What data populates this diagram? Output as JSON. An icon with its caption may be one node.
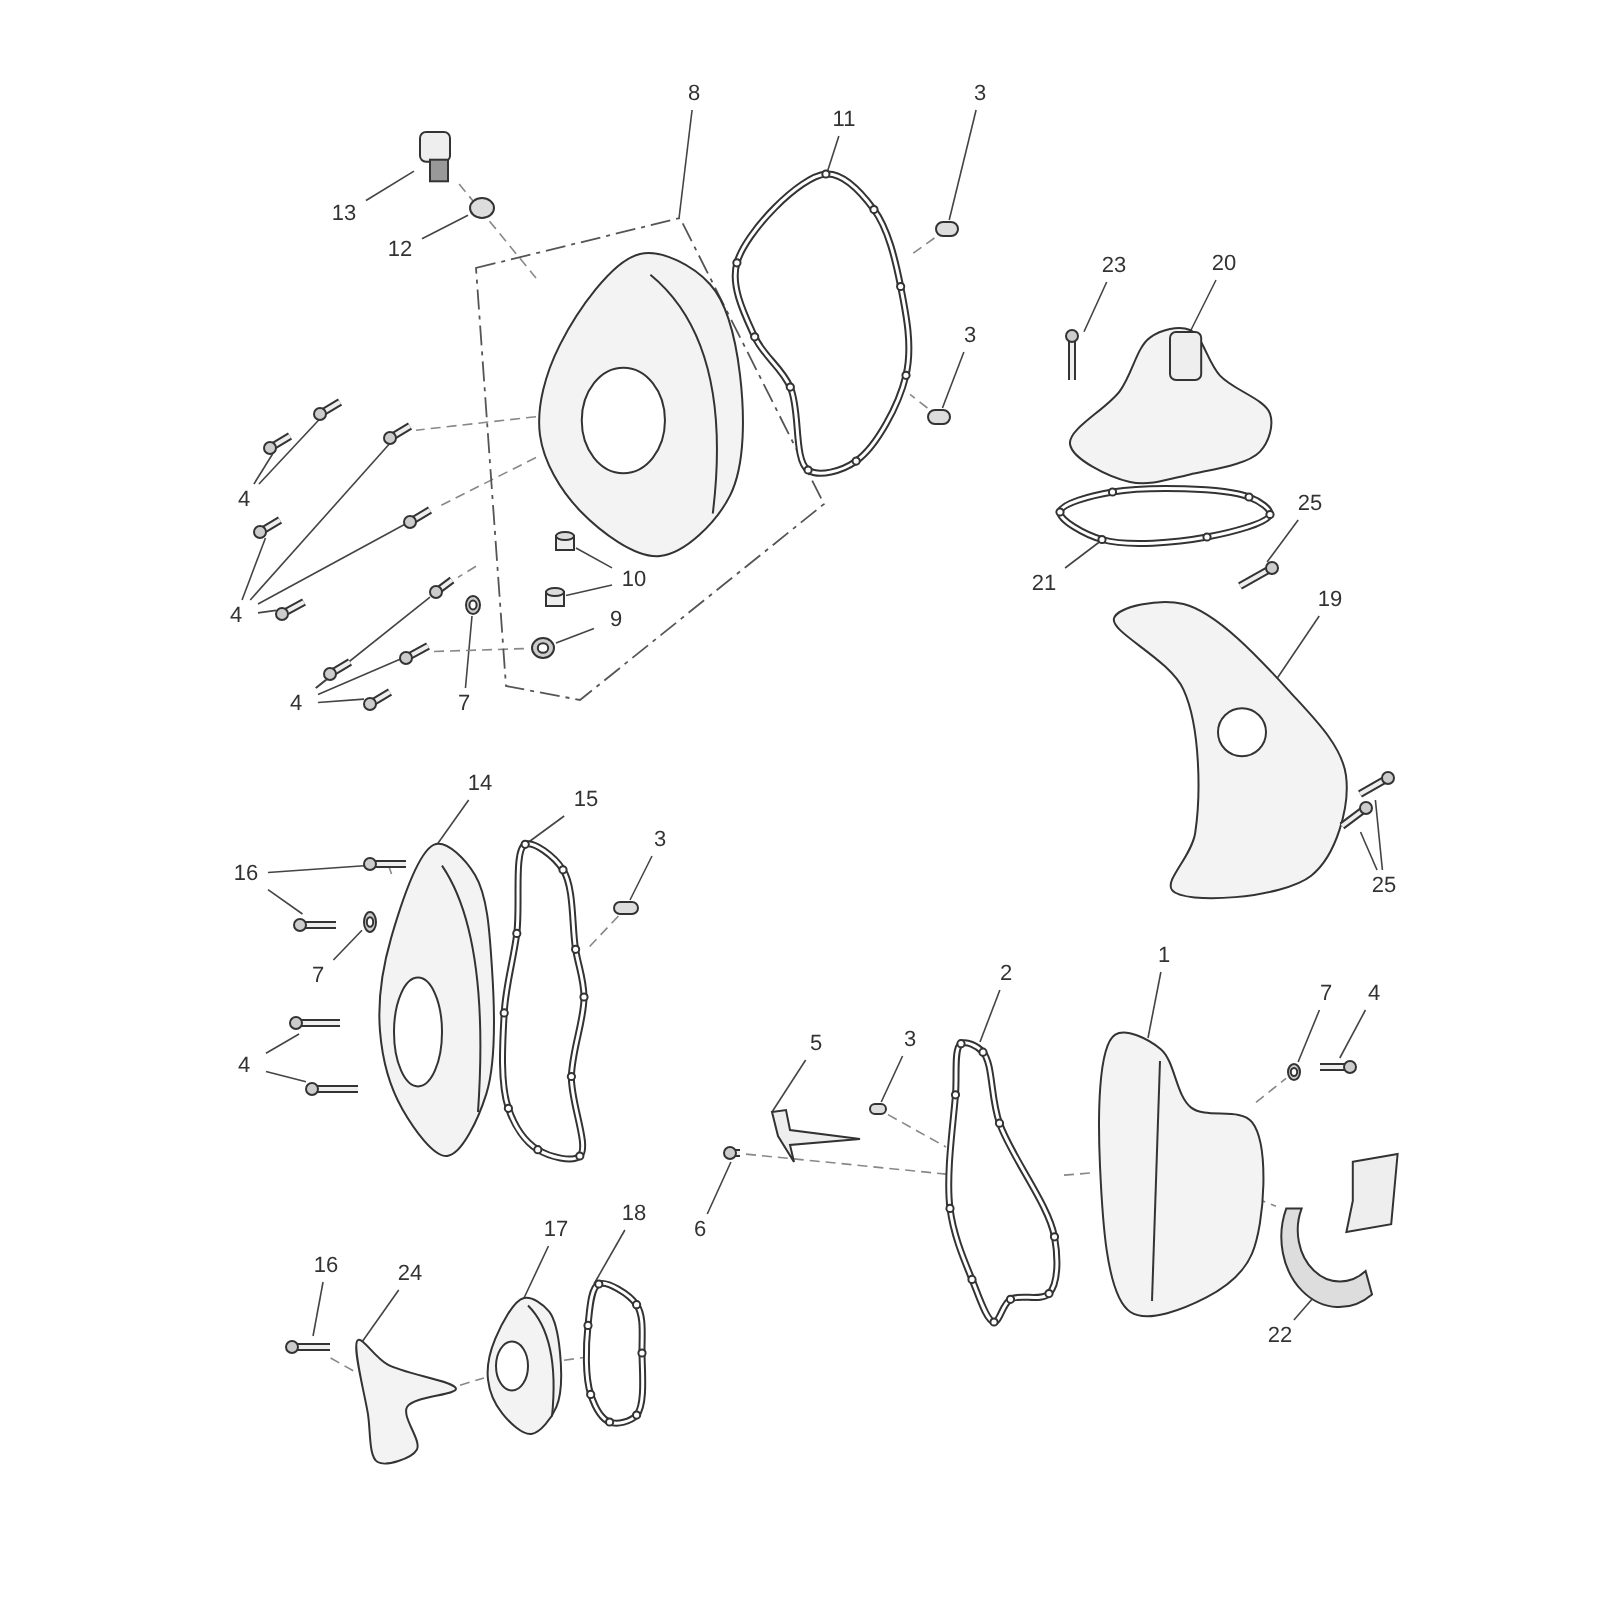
{
  "diagram": {
    "nodes": [
      {
        "text": [
          "13"
        ]
      },
      {
        "text": [],
        "shape": "box"
      },
      {
        "text": [
          "12"
        ]
      },
      {
        "text": [],
        "shape": "circle"
      },
      {
        "text": [
          "8"
        ]
      },
      {
        "text": [],
        "shape": "polygon"
      },
      {
        "text": [],
        "shape": "picture",
        "in": 5
      },
      {
        "text": [
          "11"
        ]
      },
      {
        "text": [],
        "shape": "picture"
      },
      {
        "text": [
          "3"
        ]
      },
      {
        "text": [],
        "shape": "cylinder"
      },
      {
        "text": [
          "3"
        ]
      },
      {
        "text": [],
        "shape": "cylinder"
      },
      {
        "text": [
          "4"
        ]
      },
      {
        "text": [],
        "shape": "picture"
      },
      {
        "text": [],
        "shape": "picture"
      },
      {
        "text": [],
        "shape": "picture"
      },
      {
        "text": [],
        "shape": "picture"
      },
      {
        "text": [],
        "shape": "picture"
      },
      {
        "text": [],
        "shape": "picture"
      },
      {
        "text": [
          "4"
        ]
      },
      {
        "text": [
          "10"
        ],
        "in": 5
      },
      {
        "text": [],
        "shape": "cylinder",
        "in": 5
      },
      {
        "text": [],
        "shape": "cylinder",
        "in": 5
      },
      {
        "text": [
          "9"
        ],
        "in": 5
      },
      {
        "text": [],
        "shape": "picture",
        "in": 5
      },
      {
        "text": [],
        "shape": "picture"
      },
      {
        "text": [],
        "shape": "picture"
      },
      {
        "text": [
          "7"
        ]
      },
      {
        "text": [],
        "shape": "picture"
      },
      {
        "text": [],
        "shape": "picture"
      },
      {
        "text": [],
        "shape": "picture"
      },
      {
        "text": [
          "4"
        ]
      },
      {
        "text": [
          "23"
        ]
      },
      {
        "text": [],
        "shape": "picture"
      },
      {
        "text": [
          "20"
        ]
      },
      {
        "text": [],
        "shape": "picture"
      },
      {
        "text": [
          "21"
        ]
      },
      {
        "text": [],
        "shape": "picture"
      },
      {
        "text": [
          "25"
        ]
      },
      {
        "text": [],
        "shape": "picture"
      },
      {
        "text": [
          "19"
        ]
      },
      {
        "text": [],
        "shape": "picture"
      },
      {
        "text": [],
        "shape": "picture"
      },
      {
        "text": [],
        "shape": "picture"
      },
      {
        "text": [
          "25"
        ]
      },
      {
        "text": [
          "14"
        ]
      },
      {
        "text": [],
        "shape": "picture"
      },
      {
        "text": [
          "15"
        ]
      },
      {
        "text": [],
        "shape": "picture"
      },
      {
        "text": [
          "3"
        ]
      },
      {
        "text": [],
        "shape": "cylinder"
      },
      {
        "text": [
          "16"
        ]
      },
      {
        "text": [],
        "shape": "picture"
      },
      {
        "text": [],
        "shape": "picture"
      },
      {
        "text": [],
        "shape": "picture"
      },
      {
        "text": [
          "7"
        ]
      },
      {
        "text": [],
        "shape": "picture"
      },
      {
        "text": [],
        "shape": "picture"
      },
      {
        "text": [
          "4"
        ]
      },
      {
        "text": [
          "5"
        ]
      },
      {
        "text": [],
        "shape": "picture"
      },
      {
        "text": [
          "6"
        ]
      },
      {
        "text": [],
        "shape": "picture"
      },
      {
        "text": [
          "3"
        ]
      },
      {
        "text": [],
        "shape": "cylinder"
      },
      {
        "text": [
          "2"
        ]
      },
      {
        "text": [],
        "shape": "picture"
      },
      {
        "text": [
          "1"
        ]
      },
      {
        "text": [],
        "shape": "picture"
      },
      {
        "text": [
          "7"
        ]
      },
      {
        "text": [],
        "shape": "picture"
      },
      {
        "text": [
          "4"
        ]
      },
      {
        "text": [],
        "shape": "picture"
      },
      {
        "text": [],
        "shape": "picture"
      },
      {
        "text": [
          "22"
        ]
      },
      {
        "text": [
          "16"
        ]
      },
      {
        "text": [],
        "shape": "picture"
      },
      {
        "text": [
          "24"
        ]
      },
      {
        "text": [],
        "shape": "picture"
      },
      {
        "text": [
          "17"
        ]
      },
      {
        "text": [],
        "shape": "picture"
      },
      {
        "text": [
          "18"
        ]
      },
      {
        "text": [],
        "shape": "picture"
      }
    ],
    "edges": [
      {
        "from": 0,
        "to": 1,
        "arrow": "none"
      },
      {
        "from": 2,
        "to": 3,
        "arrow": "none"
      },
      {
        "from": 4,
        "to": 5,
        "arrow": "none"
      },
      {
        "from": 7,
        "to": 8,
        "arrow": "none"
      },
      {
        "from": 9,
        "to": 10,
        "arrow": "none"
      },
      {
        "from": 11,
        "to": 12,
        "arrow": "none"
      },
      {
        "from": 13,
        "to": 14,
        "arrow": "none"
      },
      {
        "from": 13,
        "to": 15,
        "arrow": "none"
      },
      {
        "from": 20,
        "to": 16,
        "arrow": "none"
      },
      {
        "from": 20,
        "to": 17,
        "arrow": "none"
      },
      {
        "from": 20,
        "to": 18,
        "arrow": "none"
      },
      {
        "from": 20,
        "to": 19,
        "arrow": "none"
      },
      {
        "from": 21,
        "to": 22,
        "arrow": "none"
      },
      {
        "from": 21,
        "to": 23,
        "arrow": "none"
      },
      {
        "from": 24,
        "to": 25,
        "arrow": "none"
      },
      {
        "from": 28,
        "to": 27,
        "arrow": "none"
      },
      {
        "from": 32,
        "to": 26,
        "arrow": "none"
      },
      {
        "from": 32,
        "to": 29,
        "arrow": "none"
      },
      {
        "from": 32,
        "to": 30,
        "arrow": "none"
      },
      {
        "from": 32,
        "to": 31,
        "arrow": "none"
      },
      {
        "from": 33,
        "to": 34,
        "arrow": "none"
      },
      {
        "from": 35,
        "to": 36,
        "arrow": "none"
      },
      {
        "from": 37,
        "to": 38,
        "arrow": "none"
      },
      {
        "from": 39,
        "to": 40,
        "arrow": "none"
      },
      {
        "from": 41,
        "to": 42,
        "arrow": "none"
      },
      {
        "from": 45,
        "to": 43,
        "arrow": "none"
      },
      {
        "from": 45,
        "to": 44,
        "arrow": "none"
      },
      {
        "from": 46,
        "to": 47,
        "arrow": "none"
      },
      {
        "from": 48,
        "to": 49,
        "arrow": "none"
      },
      {
        "from": 50,
        "to": 51,
        "arrow": "none"
      },
      {
        "from": 52,
        "to": 53,
        "arrow": "none"
      },
      {
        "from": 52,
        "to": 54,
        "arrow": "none"
      },
      {
        "from": 56,
        "to": 55,
        "arrow": "none"
      },
      {
        "from": 59,
        "to": 57,
        "arrow": "none"
      },
      {
        "from": 59,
        "to": 58,
        "arrow": "none"
      },
      {
        "from": 60,
        "to": 61,
        "arrow": "none"
      },
      {
        "from": 62,
        "to": 63,
        "arrow": "none"
      },
      {
        "from": 64,
        "to": 65,
        "arrow": "none"
      },
      {
        "from": 66,
        "to": 67,
        "arrow": "none"
      },
      {
        "from": 68,
        "to": 69,
        "arrow": "none"
      },
      {
        "from": 70,
        "to": 71,
        "arrow": "none"
      },
      {
        "from": 72,
        "to": 73,
        "arrow": "none"
      },
      {
        "from": 75,
        "to": 74,
        "arrow": "none"
      },
      {
        "from": 76,
        "to": 77,
        "arrow": "none"
      },
      {
        "from": 78,
        "to": 79,
        "arrow": "none"
      },
      {
        "from": 80,
        "to": 81,
        "arrow": "none"
      },
      {
        "from": 82,
        "to": 83,
        "arrow": "none"
      },
      {
        "from": 10,
        "to": 8,
        "arrow": "none",
        "style": "dashed",
        "color": "#888888"
      },
      {
        "from": 6,
        "to": 16,
        "arrow": "none",
        "style": "dashed",
        "color": "#888888"
      },
      {
        "from": 12,
        "to": 8,
        "arrow": "none",
        "style": "dashed",
        "color": "#888888"
      },
      {
        "from": 6,
        "to": 18,
        "arrow": "none",
        "style": "dashed",
        "color": "#888888"
      },
      {
        "from": 5,
        "to": 26,
        "arrow": "none",
        "style": "dashed",
        "color": "#888888"
      },
      {
        "from": 29,
        "to": 25,
        "arrow": "none",
        "style": "dashed",
        "color": "#888888"
      },
      {
        "from": 1,
        "to": 6,
        "arrow": "none",
        "style": "dashed",
        "color": "#888888"
      },
      {
        "from": 65,
        "to": 67,
        "arrow": "none",
        "style": "dashed",
        "color": "#888888"
      },
      {
        "from": 67,
        "to": 69,
        "arrow": "none",
        "style": "dashed",
        "color": "#888888"
      },
      {
        "from": 69,
        "to": 71,
        "arrow": "none",
        "style": "dashed",
        "color": "#888888"
      },
      {
        "from": 63,
        "to": 67,
        "arrow": "none",
        "style": "dashed",
        "color": "#888888"
      },
      {
        "from": 69,
        "to": 74,
        "arrow": "none",
        "style": "dashed",
        "color": "#888888"
      },
      {
        "from": 77,
        "to": 79,
        "arrow": "none",
        "style": "dashed",
        "color": "#888888"
      },
      {
        "from": 79,
        "to": 81,
        "arrow": "none",
        "style": "dashed",
        "color": "#888888"
      },
      {
        "from": 81,
        "to": 83,
        "arrow": "none",
        "style": "dashed",
        "color": "#888888"
      },
      {
        "from": 53,
        "to": 47,
        "arrow": "none",
        "style": "dashed",
        "color": "#888888"
      },
      {
        "from": 51,
        "to": 49,
        "arrow": "none",
        "style": "dashed",
        "color": "#888888"
      }
    ]
  }
}
